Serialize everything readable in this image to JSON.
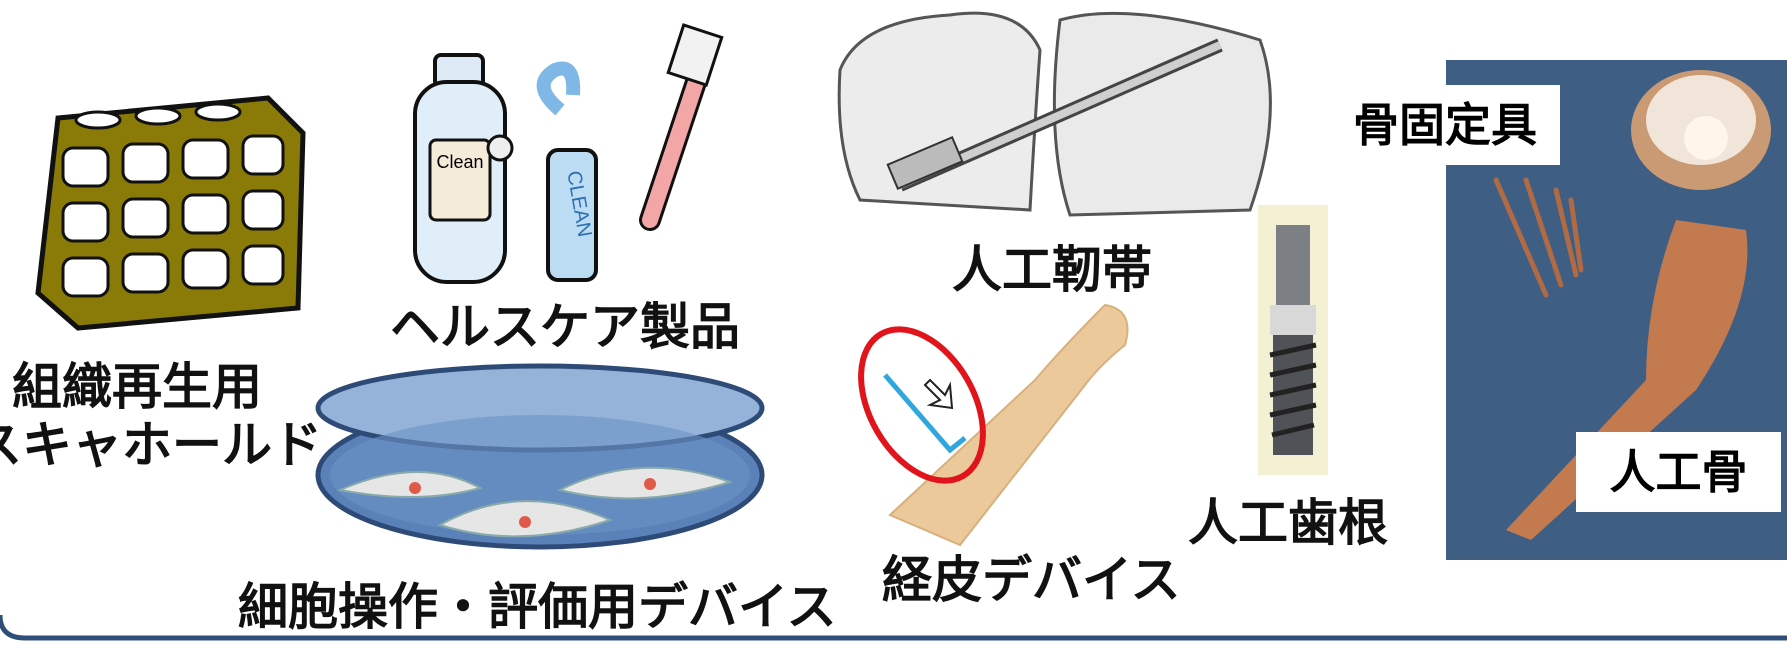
{
  "labels": {
    "scaffold_line1": "組織再生用",
    "scaffold_line2": "スキャホールド",
    "healthcare": "ヘルスケア製品",
    "cell_device": "細胞操作・評価用デバイス",
    "ligament": "人工靭帯",
    "percutaneous": "経皮デバイス",
    "dental_root": "人工歯根",
    "bone_fixation": "骨固定具",
    "artificial_bone": "人工骨"
  },
  "bottle_label": "Clean",
  "tube_label": "CLEAN",
  "colors": {
    "scaffold": "#8a7a08",
    "dish": "#5b82b8",
    "photo_bg": "#3f5e84",
    "frame": "#2f4f7a",
    "circle": "#e0141a",
    "needle": "#2fa6de",
    "skin": "#ecc99a"
  }
}
